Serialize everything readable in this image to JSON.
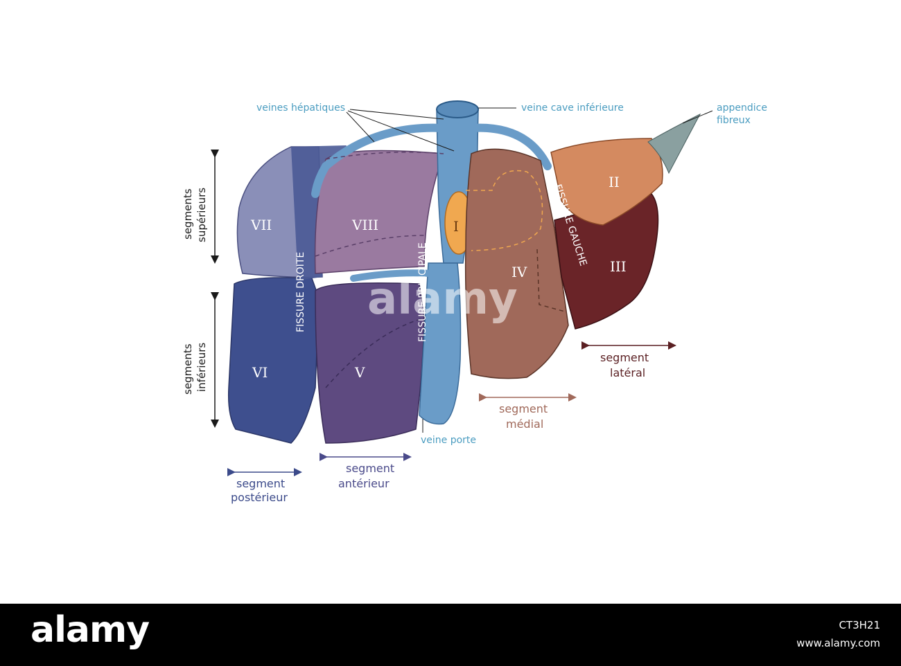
{
  "labels": {
    "hepatic_veins": "veines hépatiques",
    "vena_cava": "veine cave inférieure",
    "appendix_1": "appendice",
    "appendix_2": "fibreux",
    "portal_vein": "veine porte",
    "superior_1": "segments",
    "superior_2": "supérieurs",
    "inferior_1": "segments",
    "inferior_2": "inférieurs"
  },
  "segments": {
    "I": "I",
    "II": "II",
    "III": "III",
    "IV": "IV",
    "V": "V",
    "VI": "VI",
    "VII": "VII",
    "VIII": "VIII"
  },
  "fissures": {
    "right": "FISSURE DROITE",
    "main": "FISSURE PRINCIPALE",
    "left": "FISSURE GAUCHE"
  },
  "regions": {
    "posterior_1": "segment",
    "posterior_2": "postérieur",
    "anterior_1": "segment",
    "anterior_2": "antérieur",
    "medial_1": "segment",
    "medial_2": "médial",
    "lateral_1": "segment",
    "lateral_2": "latéral"
  },
  "colors": {
    "posterior": "#3b4a8a",
    "anterior": "#4a4a8a",
    "medial": "#a0695a",
    "lateral": "#5a1f22",
    "vessel_label": "#4a9cc0"
  },
  "watermark": "alamy",
  "banner": {
    "logo": "alamy",
    "image_id": "CT3H21",
    "url": "www.alamy.com"
  }
}
